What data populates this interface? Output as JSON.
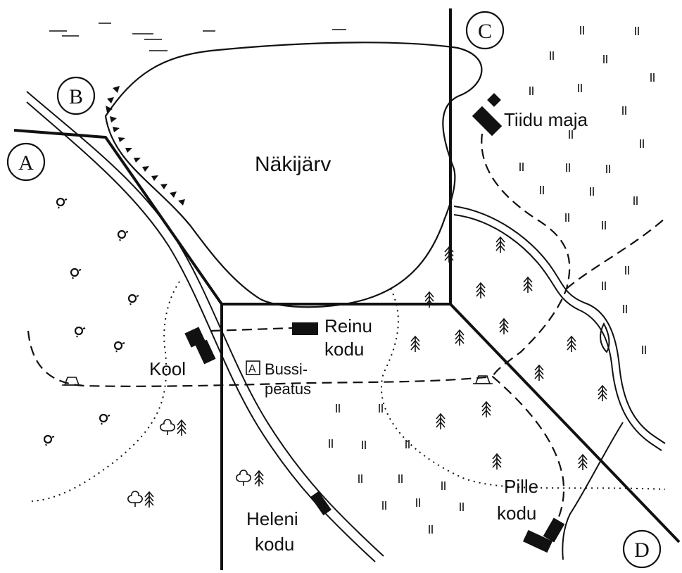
{
  "map": {
    "lake_name": "Näkijärv",
    "corner_labels": {
      "A": "A",
      "B": "B",
      "C": "C",
      "D": "D"
    },
    "places": {
      "tiidu": "Tiidu maja",
      "reinu_line1": "Reinu",
      "reinu_line2": "kodu",
      "kool": "Kool",
      "bussi_line1": "Bussi-",
      "bussi_line2": "peatus",
      "bus_icon": "A",
      "heleni_line1": "Heleni",
      "heleni_line2": "kodu",
      "pille_line1": "Pille",
      "pille_line2": "kodu"
    },
    "icons": [
      "deciduous-tree-icon",
      "conifer-tree-icon",
      "meadow-icon",
      "bush-icon",
      "shelter-icon",
      "bus-stop-icon",
      "building-icon",
      "water-icon"
    ]
  }
}
